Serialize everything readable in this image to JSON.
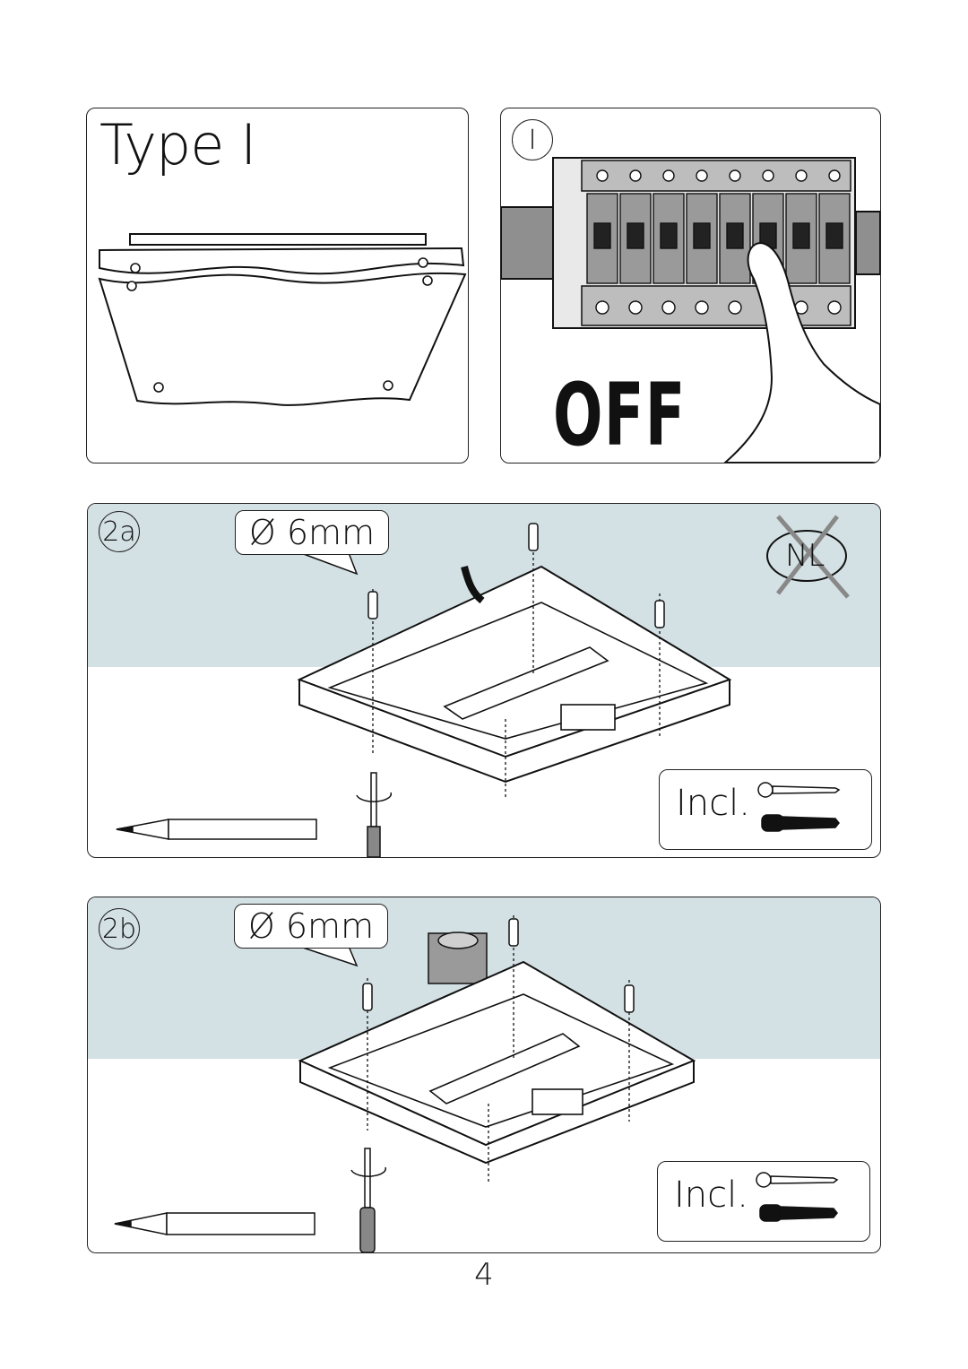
{
  "panels": {
    "type": {
      "title": "Type I"
    },
    "off": {
      "step": "I",
      "label": "OFF"
    },
    "step2a": {
      "step": "2a",
      "drill_size": "Ø 6mm",
      "included_label": "Incl.",
      "no_mark": "NL"
    },
    "step2b": {
      "step": "2b",
      "drill_size": "Ø 6mm",
      "included_label": "Incl."
    }
  },
  "page_number": "4",
  "colors": {
    "wall_tint": "#d3e0e4",
    "ink": "#111111",
    "breaker_grey": "#9a9a9a"
  },
  "icons": [
    "screw-icon",
    "wall-plug-icon",
    "pencil-icon",
    "screwdriver-icon",
    "hand-icon",
    "no-symbol-icon"
  ]
}
